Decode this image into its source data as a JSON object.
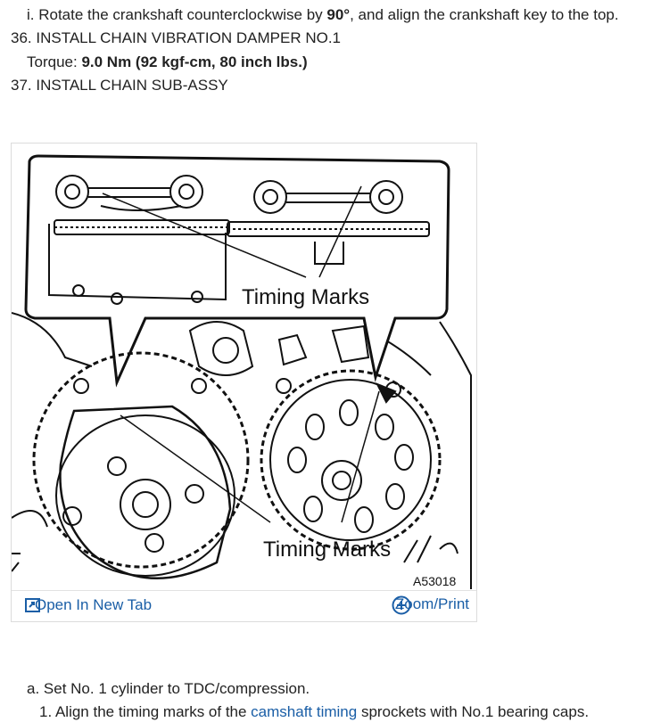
{
  "step_i": {
    "prefix": "i. Rotate the crankshaft counterclockwise by ",
    "bold": "90°",
    "suffix": ", and align the crankshaft key to the top."
  },
  "step_36": {
    "title": "36. INSTALL CHAIN VIBRATION DAMPER NO.1",
    "torque_label": "Torque: ",
    "torque_value": "9.0 Nm (92 kgf-cm, 80 inch lbs.)"
  },
  "step_37": {
    "title": "37. INSTALL CHAIN SUB-ASSY"
  },
  "figure": {
    "label_top": "Timing Marks",
    "label_bottom": "Timing Marks",
    "figure_id": "A53018",
    "open_tab_label": "Open In New Tab",
    "zoom_label": "Zoom/Print",
    "open_tab_icon": "open-tab-icon",
    "zoom_icon": "plus-circle-icon"
  },
  "step_a": {
    "text": "a. Set No. 1 cylinder to TDC/compression."
  },
  "step_a1": {
    "prefix": "1. Align the timing marks of the ",
    "link": "camshaft timing",
    "suffix": " sprockets with No.1 bearing caps."
  },
  "colors": {
    "link": "#1a5ea6",
    "text": "#222222"
  }
}
